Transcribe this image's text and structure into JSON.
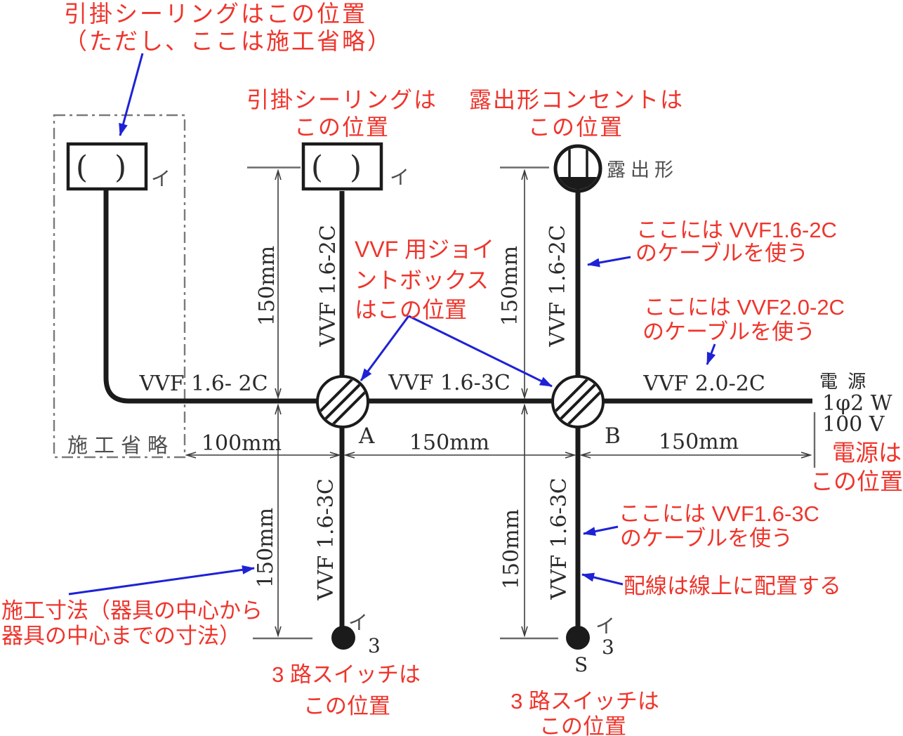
{
  "colors": {
    "red": "#ee352c",
    "blue": "#1e22d6",
    "ink": "#1b1b1b",
    "ink2": "#2b2b2b",
    "gray": "#4e4e4e",
    "dim": "#3c3c3c",
    "tick": "#6b6b6b",
    "border": "#7a7a7a"
  },
  "annotations": {
    "ceiling_left": {
      "line1": "引掛シーリングはこの位置",
      "line2": "（ただし、ここは施工省略）"
    },
    "ceiling_mid": {
      "line1": "引掛シーリングは",
      "line2": "この位置"
    },
    "outlet": {
      "line1": "露出形コンセントは",
      "line2": "この位置"
    },
    "joint_box": {
      "line1": "VVF 用ジョイ",
      "line2": "ントボックス",
      "line3": "はこの位置"
    },
    "cable_16_2c": {
      "line1": "ここには VVF1.6-2C",
      "line2": "のケーブルを使う"
    },
    "cable_20_2c": {
      "line1": "ここには VVF2.0-2C",
      "line2": "のケーブルを使う"
    },
    "power_position": {
      "line1": "電源は",
      "line2": "この位置"
    },
    "cable_16_3c": {
      "line1": "ここには VVF1.6-3C",
      "line2": "のケーブルを使う"
    },
    "wiring_on_line": "配線は線上に配置する",
    "dimension_note": {
      "line1": "施工寸法（器具の中心から",
      "line2": "器具の中心までの寸法）"
    },
    "switch_left": {
      "line1": "3 路スイッチは",
      "line2": "この位置"
    },
    "switch_right": {
      "line1": "3 路スイッチは",
      "line2": "この位置"
    }
  },
  "cable_labels": {
    "left_horizontal": "VVF 1.6- 2C",
    "mid_horizontal": "VVF 1.6-3C",
    "right_horizontal": "VVF 2.0-2C",
    "mid_upper_vertical": "VVF 1.6-2C",
    "right_upper_vertical": "VVF 1.6-2C",
    "mid_lower_vertical": "VVF 1.6-3C",
    "right_lower_vertical": "VVF 1.6-3C"
  },
  "dimensions": {
    "left_horizontal": "100mm",
    "center_horizontal": "150mm",
    "right_horizontal": "150mm",
    "mid_upper_vertical": "150mm",
    "right_upper_vertical": "150mm",
    "mid_lower_vertical": "150mm",
    "right_lower_vertical": "150mm"
  },
  "power": {
    "title": "電 源",
    "spec1": "1φ2 W",
    "spec2": "100 V"
  },
  "notes": {
    "construction_omitted": "施工省略",
    "exposed_type": "露出形"
  },
  "device_marks": {
    "ceiling_symbol": "( )",
    "junction_a": "A",
    "junction_b": "B",
    "i_mark": "イ",
    "three_mark": "3",
    "s_mark": "S"
  }
}
